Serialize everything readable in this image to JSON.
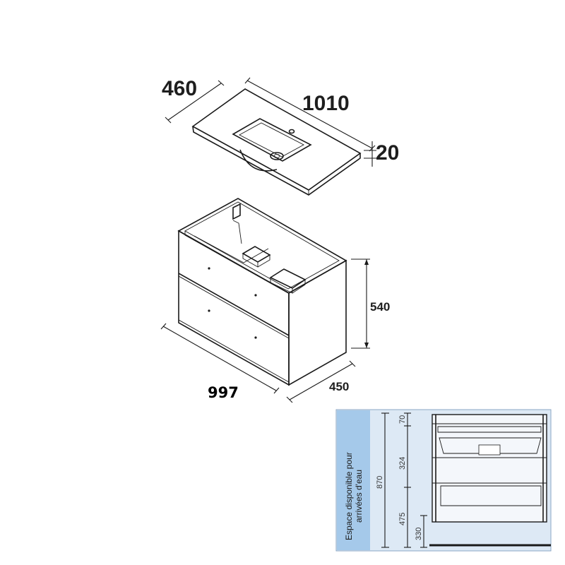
{
  "colors": {
    "line": "#1a1a1a",
    "panel_bg": "#dde9f5",
    "label_strip": "#3b8fd6"
  },
  "basin": {
    "depth_label": "460",
    "width_label": "1010",
    "thickness_label": "20"
  },
  "cabinet": {
    "height_label": "540",
    "width_label": "997",
    "depth_label": "450"
  },
  "section": {
    "side_label_line1": "Espace disponible pour",
    "side_label_line2": "arrivées d'eau",
    "total_label": "870",
    "dims": [
      "70",
      "324",
      "475",
      "330"
    ]
  }
}
